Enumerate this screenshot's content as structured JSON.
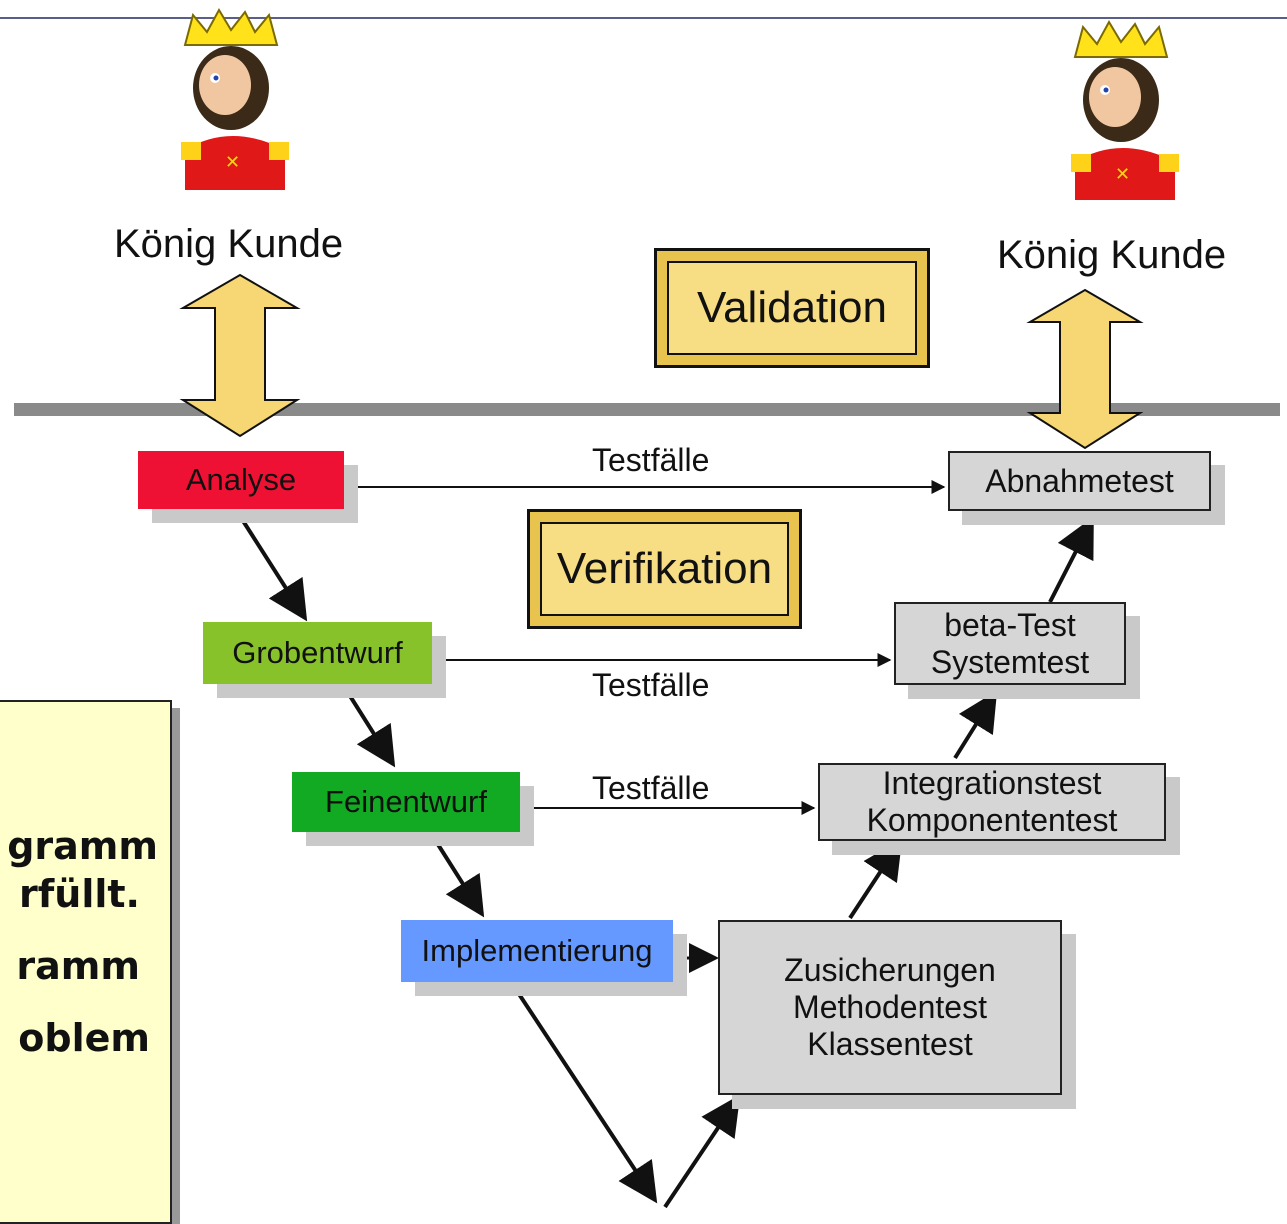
{
  "labels": {
    "customer_left": "König Kunde",
    "customer_right": "König Kunde",
    "validation": "Validation",
    "verification": "Verifikation"
  },
  "phases": {
    "analyse": "Analyse",
    "grobentwurf": "Grobentwurf",
    "feinentwurf": "Feinentwurf",
    "implementierung": "Implementierung"
  },
  "tests": {
    "abnahmetest": [
      "Abnahmetest"
    ],
    "systemtest": [
      "beta-Test",
      "Systemtest"
    ],
    "integrationstest": [
      "Integrationstest",
      "Komponententest"
    ],
    "unittest": [
      "Zusicherungen",
      "Methodentest",
      "Klassentest"
    ]
  },
  "testfaelle": {
    "row1": "Testfälle",
    "row2": "Testfälle",
    "row3": "Testfälle"
  },
  "note_lines": [
    "gramm",
    "rfüllt.",
    "ramm",
    "oblem"
  ],
  "colors": {
    "analyse": "#ee1133",
    "grobentwurf": "#88c22a",
    "feinentwurf": "#11aa22",
    "implementierung": "#6699ff",
    "test_box": "#d6d6d6",
    "arrow_fill": "#f7d774",
    "badge_fill": "#f3d97a",
    "note_fill": "#ffffcc"
  },
  "icons": [
    "king-icon-left",
    "king-icon-right"
  ]
}
